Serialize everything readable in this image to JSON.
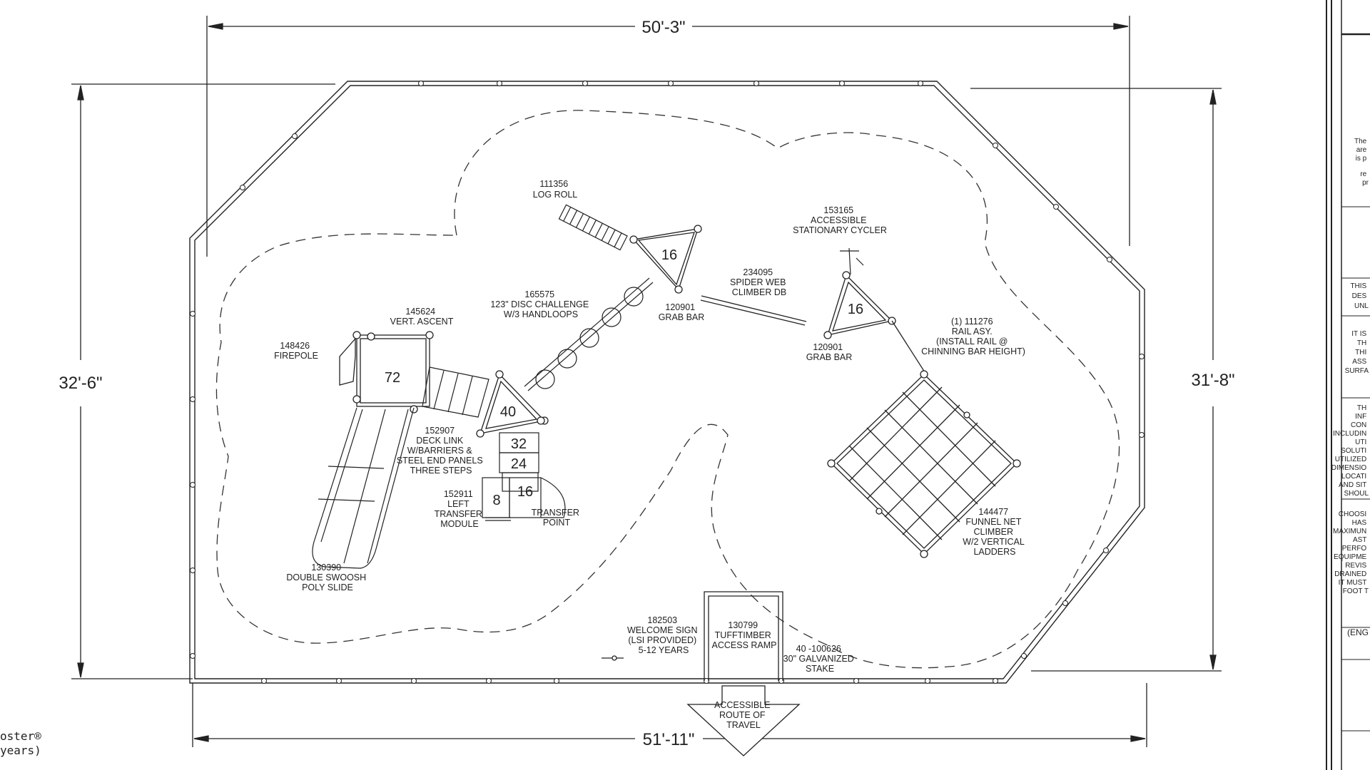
{
  "dimensions": {
    "top": "50'-3\"",
    "bottom": "51'-11\"",
    "left": "32'-6\"",
    "right": "31'-8\""
  },
  "components": {
    "log_roll": [
      "111356",
      "LOG ROLL"
    ],
    "disc_challenge": [
      "165575",
      "123\" DISC CHALLENGE",
      "W/3 HANDLOOPS"
    ],
    "grab_bar_1": [
      "120901",
      "GRAB BAR"
    ],
    "spider_web": [
      "234095",
      "SPIDER WEB",
      "CLIMBER DB"
    ],
    "cycler": [
      "153165",
      "ACCESSIBLE",
      "STATIONARY CYCLER"
    ],
    "grab_bar_2": [
      "120901",
      "GRAB BAR"
    ],
    "rail": [
      "(1)   111276",
      "RAIL ASY.",
      "(INSTALL RAIL @",
      "CHINNING BAR HEIGHT)"
    ],
    "vert_ascent": [
      "145624",
      "VERT. ASCENT"
    ],
    "firepole": [
      "148426",
      "FIREPOLE"
    ],
    "deck_link": [
      "152907",
      "DECK LINK",
      "W/BARRIERS &",
      "STEEL END PANELS",
      "THREE STEPS"
    ],
    "transfer_module": [
      "152911",
      "LEFT",
      "TRANSFER",
      "MODULE"
    ],
    "transfer_point": [
      "TRANSFER",
      "POINT"
    ],
    "slide": [
      "130390",
      "DOUBLE SWOOSH",
      "POLY SLIDE"
    ],
    "funnel_net": [
      "144477",
      "FUNNEL NET",
      "CLIMBER",
      "W/2 VERTICAL",
      "LADDERS"
    ],
    "welcome_sign": [
      "182503",
      "WELCOME SIGN",
      "(LSI PROVIDED)",
      "5-12 YEARS"
    ],
    "access_ramp": [
      "130799",
      "TUFFTIMBER",
      "ACCESS RAMP"
    ],
    "stake": [
      "40 -100626",
      "30\" GALVANIZED",
      "STAKE"
    ],
    "route": [
      "ACCESSIBLE",
      "ROUTE OF",
      "TRAVEL"
    ]
  },
  "deck_heights": {
    "deck_72": "72",
    "deck_40": "40",
    "step_32": "32",
    "step_24": "24",
    "step_8": "8",
    "transfer_16": "16",
    "deck_16_top": "16",
    "deck_16_right": "16"
  },
  "legend_fragment": {
    "line1": "oster®",
    "line2": "years)"
  },
  "title_block": {
    "fragments": [
      [
        "The",
        "are",
        "is p",
        "",
        "re",
        "pr"
      ],
      [
        "THIS",
        "DES",
        "UNL"
      ],
      [
        "IT IS",
        "TH",
        "THI",
        "ASS",
        "SURFA"
      ],
      [
        "TH",
        "INF",
        "CON",
        "INCLUDIN",
        "UTI",
        "SOLUTI",
        "UTILIZED",
        "DIMENSIO",
        "LOCATI",
        "AND SIT",
        "SHOUL"
      ],
      [
        "CHOOSI",
        "HAS",
        "MAXIMUN",
        "AST",
        "PERFO",
        "EQUIPME",
        "REVIS",
        "DRAINED",
        "IT MUST",
        "FOOT T"
      ],
      [
        "(ENG"
      ]
    ]
  },
  "colors": {
    "ink": "#222222",
    "background": "#ffffff"
  }
}
